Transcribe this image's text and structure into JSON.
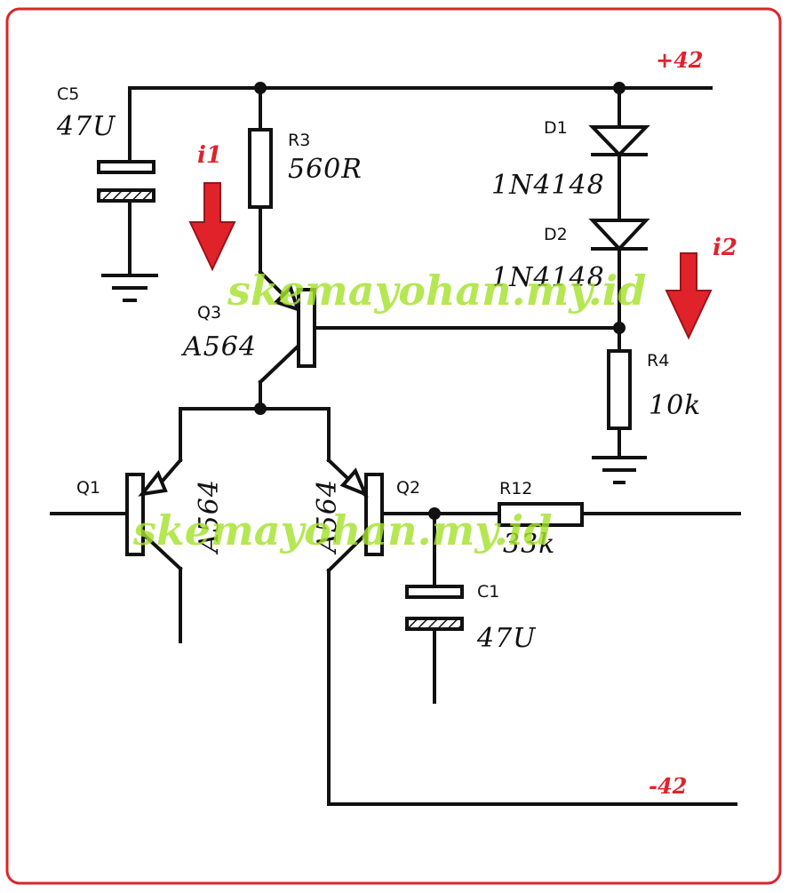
{
  "colors": {
    "frame": "#d9262b",
    "wire": "#111111",
    "arrow": "#e0222b",
    "rail_label": "#e0222b",
    "watermark": "#a6e22e"
  },
  "rails": {
    "positive": "+42",
    "negative": "-42"
  },
  "currents": {
    "i1": "i1",
    "i2": "i2"
  },
  "watermark": "skemayohan.my.id",
  "components": {
    "C5": {
      "ref": "C5",
      "value": "47U"
    },
    "R3": {
      "ref": "R3",
      "value": "560R"
    },
    "D1": {
      "ref": "D1",
      "value": "1N4148"
    },
    "D2": {
      "ref": "D2",
      "value": "1N4148"
    },
    "Q3": {
      "ref": "Q3",
      "value": "A564"
    },
    "R4": {
      "ref": "R4",
      "value": "10k"
    },
    "Q1": {
      "ref": "Q1",
      "value": "A564"
    },
    "Q2": {
      "ref": "Q2",
      "value": "A564"
    },
    "R12": {
      "ref": "R12",
      "value": "33k"
    },
    "C1": {
      "ref": "C1",
      "value": "47U"
    }
  }
}
